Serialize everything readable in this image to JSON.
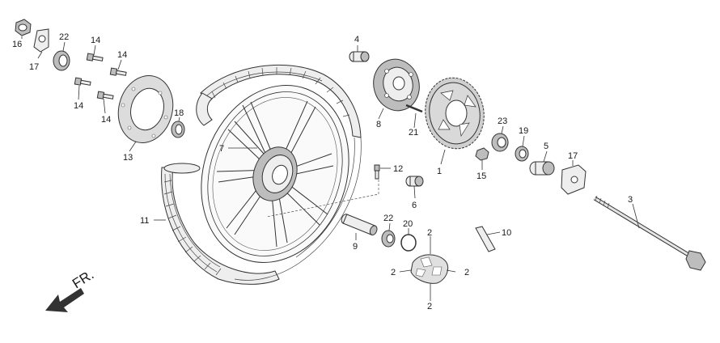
{
  "diagram": {
    "direction_label": "FR.",
    "parts": [
      {
        "name": "sprocket",
        "label": "1"
      },
      {
        "name": "damper-rubber-top",
        "label": "2"
      },
      {
        "name": "damper-rubber-left",
        "label": "2"
      },
      {
        "name": "damper-rubber-right",
        "label": "2"
      },
      {
        "name": "damper-rubber-bottom",
        "label": "2"
      },
      {
        "name": "rear-axle",
        "label": "3"
      },
      {
        "name": "sprocket-hub-collar",
        "label": "4"
      },
      {
        "name": "right-side-collar",
        "label": "5"
      },
      {
        "name": "left-side-collar",
        "label": "6"
      },
      {
        "name": "rear-wheel",
        "label": "7"
      },
      {
        "name": "sprocket-hub",
        "label": "8"
      },
      {
        "name": "wheel-spacer",
        "label": "9"
      },
      {
        "name": "balance-weight",
        "label": "10"
      },
      {
        "name": "rear-tire",
        "label": "11"
      },
      {
        "name": "tire-valve",
        "label": "12"
      },
      {
        "name": "brake-disc",
        "label": "13"
      },
      {
        "name": "disc-bolt-1",
        "label": "14"
      },
      {
        "name": "disc-bolt-2",
        "label": "14"
      },
      {
        "name": "disc-bolt-3",
        "label": "14"
      },
      {
        "name": "disc-bolt-4",
        "label": "14"
      },
      {
        "name": "sprocket-nut",
        "label": "15"
      },
      {
        "name": "axle-nut",
        "label": "16"
      },
      {
        "name": "chain-adjuster-left",
        "label": "17"
      },
      {
        "name": "chain-adjuster-right",
        "label": "17"
      },
      {
        "name": "oil-seal-left",
        "label": "18"
      },
      {
        "name": "oil-seal-right",
        "label": "19"
      },
      {
        "name": "circlip",
        "label": "20"
      },
      {
        "name": "sprocket-stud-bolt",
        "label": "21"
      },
      {
        "name": "bearing-upper",
        "label": "22"
      },
      {
        "name": "bearing-lower",
        "label": "22"
      },
      {
        "name": "hub-bearing",
        "label": "23"
      }
    ]
  }
}
